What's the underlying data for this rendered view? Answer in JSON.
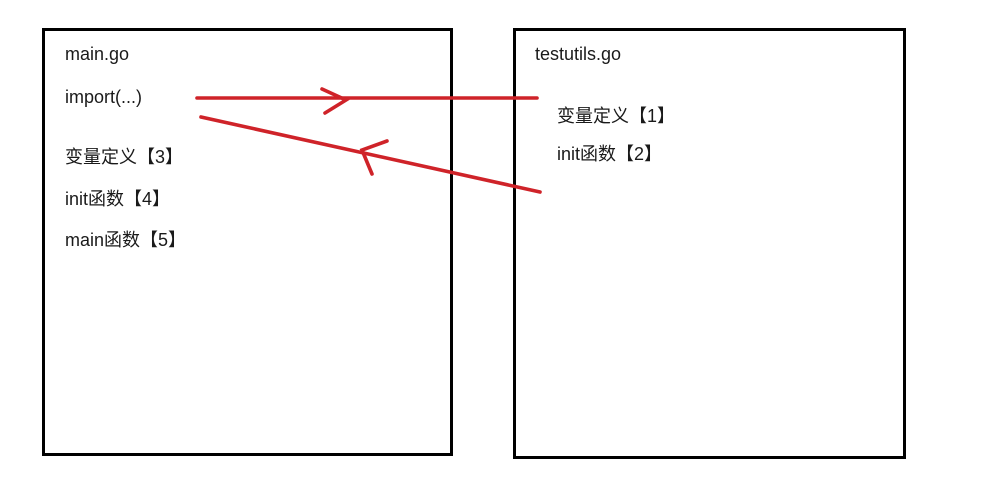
{
  "left_box": {
    "title": "main.go",
    "import_line": "import(...)",
    "items": [
      "变量定义【3】",
      "init函数【4】",
      "main函数【5】"
    ]
  },
  "right_box": {
    "title": "testutils.go",
    "items": [
      "变量定义【1】",
      "init函数【2】"
    ]
  },
  "arrows": {
    "import_to_testutils": "import-arrow-right",
    "testutils_back_to_main": "return-arrow-left"
  },
  "colors": {
    "arrow_red": "#cf2329",
    "box_border": "#000000",
    "text": "#1a1a1a",
    "background": "#ffffff"
  }
}
